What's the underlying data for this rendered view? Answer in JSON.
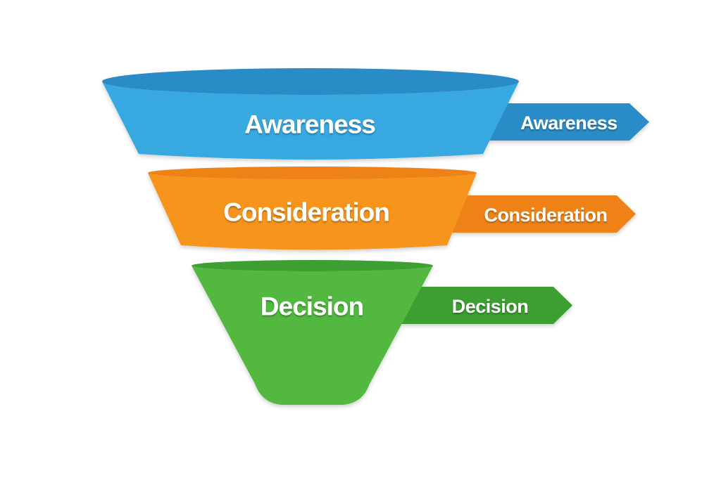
{
  "diagram": {
    "name": "marketing-funnel",
    "background_color": "#ffffff",
    "text_color": "#ffffff",
    "stages": [
      {
        "label": "Awareness",
        "tag_label": "Awareness",
        "color": "#38a8e0",
        "color_dark": "#2a8cc6"
      },
      {
        "label": "Consideration",
        "tag_label": "Consideration",
        "color": "#f7941e",
        "color_dark": "#ee8214"
      },
      {
        "label": "Decision",
        "tag_label": "Decision",
        "color": "#52b83f",
        "color_dark": "#3c9f30"
      }
    ]
  }
}
